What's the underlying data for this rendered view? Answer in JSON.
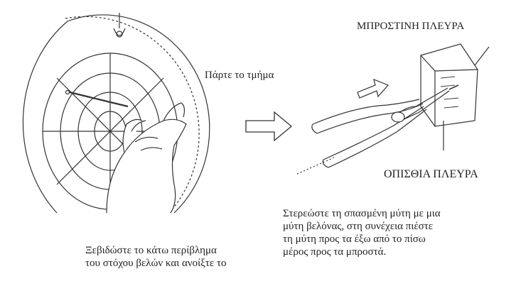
{
  "labels": {
    "take_part": "Πάρτε το τμήμα",
    "front_side": "ΜΠΡΟΣΤΙΝΗ ΠΛΕΥΡΑ",
    "back_side": "ΟΠΙΣΘΙΑ ΠΛΕΥΡΑ"
  },
  "captions": {
    "left": "Ξεβιδώστε το κάτω περίβλημα\nτου στόχου βελών και ανοίξτε το",
    "right": "Στερεώστε τη σπασμένη μύτη με μια\nμύτη βελόνας, στη συνέχεια πιέστε\nτη μύτη προς τα έξω από το πίσω\nμέρος προς τα μπροστά."
  },
  "illustrations": {
    "left": "dartboard-with-hand-icon",
    "middle": "right-arrow-icon",
    "right": "pliers-and-tip-holder-icon"
  }
}
